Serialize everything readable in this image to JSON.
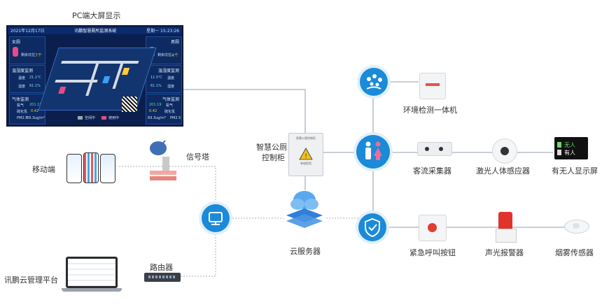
{
  "pc_screen": {
    "caption": "PC端大屏显示",
    "date": "2021年12月17日",
    "system_title": "讯鹏智慧厕所监测系统",
    "weekday_time": "星期一  15:23:26",
    "female": {
      "title": "女厕",
      "vacancy_label": "剩余坑位",
      "vacancy_value": "7个"
    },
    "male": {
      "title": "男厕",
      "vacancy_label": "剩余坑位",
      "vacancy_value": "4个"
    },
    "temp_left": {
      "title": "温湿度监测",
      "temp_label": "温度",
      "temp": "21.1℃",
      "hum_label": "湿度",
      "hum": "61.1%"
    },
    "temp_right": {
      "title": "温湿度监测",
      "temp_label": "温度",
      "temp": "11.5℃",
      "hum_label": "湿度",
      "hum": "61.1%"
    },
    "gas_left": {
      "title": "气体监测",
      "ammonia": "氨气",
      "ammonia_v": "201.19",
      "h2s": "硫化氢",
      "h2s_v": "0.42",
      "pm": "PM2.5",
      "pm_v": "69.3ug/m³"
    },
    "gas_right": {
      "title": "气体监测",
      "ammonia": "氨气",
      "ammonia_v": "201.19",
      "h2s": "硫化氢",
      "h2s_v": "0.42",
      "pm": "PM2.5",
      "pm_v": "69.3ug/m³"
    },
    "legend_vacant": "空闲中",
    "legend_used": "使用中"
  },
  "mobile": {
    "label": "移动端"
  },
  "tower": {
    "label": "信号塔"
  },
  "cloud_platform": {
    "label": "讯鹏云管理平台"
  },
  "router": {
    "label": "路由器"
  },
  "cabinet": {
    "label_line1": "智慧公厕",
    "label_line2": "控制柜",
    "panel_text": "智慧公厕控制柜",
    "warn_text": "有电危险"
  },
  "cloud_server": {
    "label": "云服务器"
  },
  "env": {
    "label": "环境检测一体机"
  },
  "flow": {
    "label": "客流采集器"
  },
  "laser": {
    "label": "激光人体感应器"
  },
  "occupancy": {
    "label": "有无人显示屏",
    "line1": "无人",
    "line2": "有人"
  },
  "sos": {
    "label": "紧急呼叫按钮"
  },
  "alarm": {
    "label": "声光报警器"
  },
  "smoke": {
    "label": "烟雾传感器"
  },
  "colors": {
    "accent": "#1b8ad8",
    "line": "#9aa7b4",
    "screen_bg": "#0b1f4e"
  }
}
